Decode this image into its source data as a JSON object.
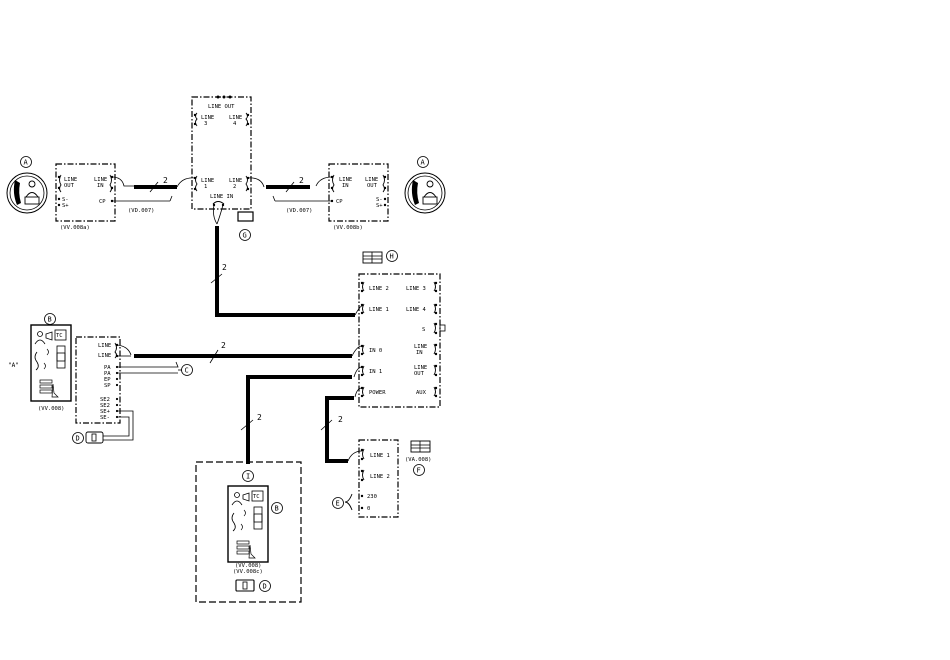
{
  "module_central": {
    "line_out": "LINE OUT",
    "line3": "LINE",
    "line3_num": "3",
    "line4": "LINE",
    "line4_num": "4",
    "line1": "LINE",
    "line1_num": "1",
    "line2": "LINE",
    "line2_num": "2",
    "line_in": "LINE IN"
  },
  "module_left": {
    "line_out_a": "LINE",
    "line_out_b": "OUT",
    "line_in_a": "LINE",
    "line_in_b": "IN",
    "s_minus": "S-",
    "s_plus": "S+",
    "cp": "CP",
    "model": "(VV.008a)"
  },
  "module_right": {
    "line_in_a": "LINE",
    "line_in_b": "IN",
    "line_out_a": "LINE",
    "line_out_b": "OUT",
    "cp": "CP",
    "s_minus": "S-",
    "s_plus": "S+",
    "model": "(VV.008b)"
  },
  "cable_left": {
    "label": "(VD.007)",
    "count": "2"
  },
  "cable_right": {
    "label": "(VD.007)",
    "count": "2"
  },
  "cable_down": {
    "count": "2"
  },
  "cable_mid": {
    "count": "2"
  },
  "cable_i": {
    "count": "2"
  },
  "cable_f": {
    "count": "2"
  },
  "module_main": {
    "line2": "LINE 2",
    "line1": "LINE 1",
    "line3": "LINE 3",
    "line4": "LINE 4",
    "s": "S",
    "in0": "IN 0",
    "in1": "IN 1",
    "power": "POWER",
    "line_in_a": "LINE",
    "line_in_b": "IN",
    "line_out_a": "LINE",
    "line_out_b": "OUT",
    "aux": "AUX"
  },
  "module_door": {
    "line_a": "LINE",
    "line_b": "LINE",
    "pa1": "PA",
    "pa2": "PA",
    "ep": "EP",
    "sp": "SP",
    "se2a": "SE2",
    "se2b": "SE2",
    "se_plus": "SE+",
    "se_minus": "SE-"
  },
  "module_power": {
    "line1": "LINE 1",
    "line2": "LINE 2",
    "v230": "230",
    "v0": "0"
  },
  "callouts": {
    "a_left": "A",
    "a_right": "A",
    "b_top": "B",
    "b_bottom": "B",
    "c": "C",
    "d_left": "D",
    "d_bottom": "D",
    "e": "E",
    "f": "F",
    "g": "G",
    "h": "H",
    "i": "I"
  },
  "panel_left": {
    "quote": "\"A\"",
    "model": "(VV.008)",
    "tc": "TC"
  },
  "panel_bottom": {
    "model_a": "(VV.008)",
    "model_b": "(VV.008c)",
    "tc": "TC"
  },
  "psu_label": "(VA.008)"
}
